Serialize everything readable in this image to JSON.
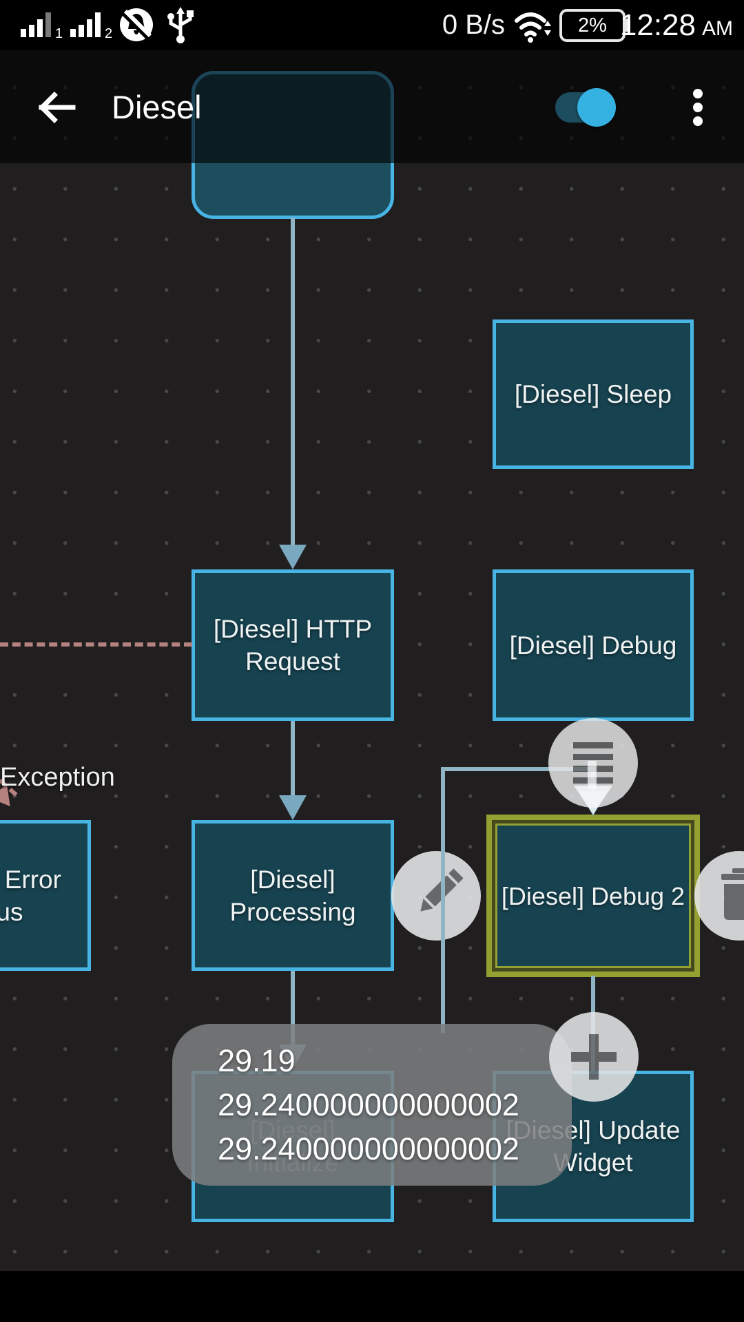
{
  "status_bar": {
    "net_speed": "0 B/s",
    "battery_percent": "2%",
    "time": "12:28",
    "meridiem": "AM",
    "sim1_label": "1",
    "sim2_label": "2"
  },
  "app_bar": {
    "title": "Diesel",
    "toggle_on": true
  },
  "flow": {
    "nodes": [
      {
        "id": "start",
        "label": ""
      },
      {
        "id": "sleep",
        "label": "[Diesel] Sleep"
      },
      {
        "id": "http-request",
        "label": "[Diesel] HTTP Request"
      },
      {
        "id": "debug",
        "label": "[Diesel] Debug"
      },
      {
        "id": "error-status",
        "label": "[Diesel] Error Status"
      },
      {
        "id": "processing",
        "label": "[Diesel] Processing"
      },
      {
        "id": "debug-2",
        "label": "[Diesel] Debug 2",
        "selected": true
      },
      {
        "id": "initialize",
        "label": "[Diesel] Initialize"
      },
      {
        "id": "update-widget",
        "label": "[Diesel] Update Widget"
      }
    ],
    "edge_label_exception": "Exception",
    "toast_lines": [
      "29.19",
      "29.240000000000002",
      "29.240000000000002"
    ],
    "colors": {
      "canvas_bg": "#201e1f",
      "node_fill": "#174350",
      "node_border": "#47b4e4",
      "selection_border": "#95a033",
      "connector": "#8fb5c5",
      "exception_edge": "#b5827f",
      "toggle_thumb": "#36b2e2"
    }
  }
}
